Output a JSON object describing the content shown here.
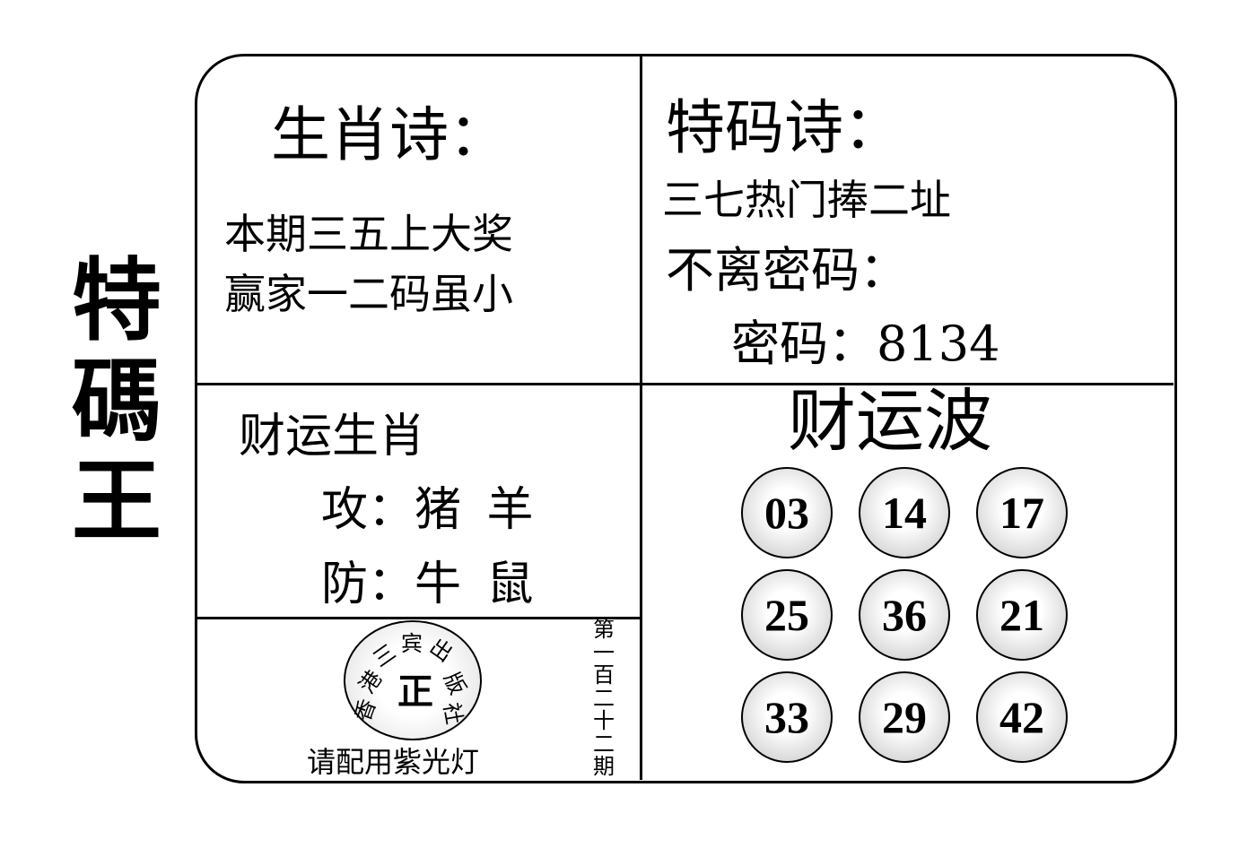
{
  "side_title": [
    "特",
    "碼",
    "王"
  ],
  "zodiac_poem": {
    "title": "生肖诗：",
    "lines": [
      "本期三五上大奖",
      "赢家一二码虽小"
    ]
  },
  "special_poem": {
    "title": "特码诗：",
    "line": "三七热门捧二址",
    "secret_label": "不离密码：",
    "secret": "密码：8134"
  },
  "fortune_zodiac": {
    "title": "财运生肖",
    "attack": "攻：猪 羊",
    "defend": "防：牛 鼠"
  },
  "fortune_wave": {
    "title": "财运波",
    "numbers": [
      "03",
      "14",
      "17",
      "25",
      "36",
      "21",
      "33",
      "29",
      "42"
    ]
  },
  "stamp": {
    "center": "正",
    "ring": [
      "香",
      "港",
      "三",
      "宾",
      "出",
      "版",
      "社"
    ]
  },
  "uv_note": "请配用紫光灯",
  "issue": [
    "第",
    "一",
    "百",
    "二",
    "十",
    "二",
    "期"
  ]
}
